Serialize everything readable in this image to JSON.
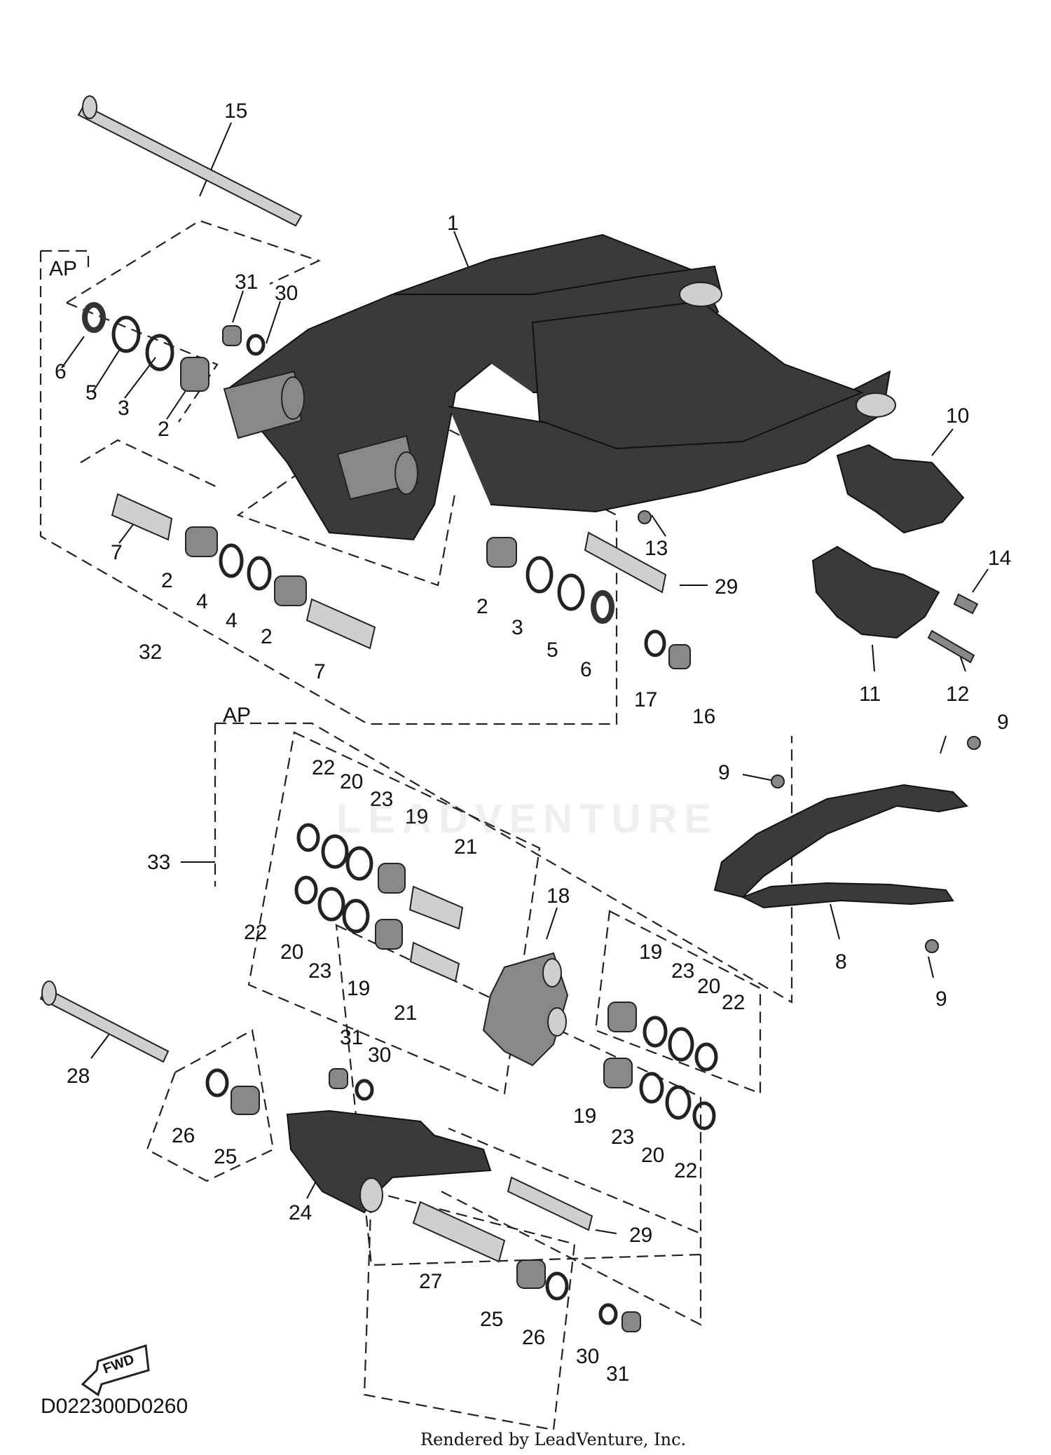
{
  "diagram_code": "D022300D0260",
  "render_credit": "Rendered by LeadVenture, Inc.",
  "watermark": "LEADVENTURE",
  "direction_arrow": "FWD",
  "groups": [
    {
      "tag": "AP",
      "assembly_number": "32"
    },
    {
      "tag": "AP",
      "assembly_number": "33"
    }
  ],
  "callouts": [
    {
      "id": "c15",
      "text": "15"
    },
    {
      "id": "c1",
      "text": "1"
    },
    {
      "id": "c31a",
      "text": "31"
    },
    {
      "id": "c30a",
      "text": "30"
    },
    {
      "id": "c6a",
      "text": "6"
    },
    {
      "id": "c5a",
      "text": "5"
    },
    {
      "id": "c3a",
      "text": "3"
    },
    {
      "id": "c2a",
      "text": "2"
    },
    {
      "id": "c10",
      "text": "10"
    },
    {
      "id": "c7a",
      "text": "7"
    },
    {
      "id": "c2b",
      "text": "2"
    },
    {
      "id": "c4a",
      "text": "4"
    },
    {
      "id": "c4b",
      "text": "4"
    },
    {
      "id": "c2c",
      "text": "2"
    },
    {
      "id": "c7b",
      "text": "7"
    },
    {
      "id": "c32",
      "text": "32"
    },
    {
      "id": "c13",
      "text": "13"
    },
    {
      "id": "c29a",
      "text": "29"
    },
    {
      "id": "c14",
      "text": "14"
    },
    {
      "id": "c2d",
      "text": "2"
    },
    {
      "id": "c3b",
      "text": "3"
    },
    {
      "id": "c5b",
      "text": "5"
    },
    {
      "id": "c6b",
      "text": "6"
    },
    {
      "id": "c17",
      "text": "17"
    },
    {
      "id": "c16",
      "text": "16"
    },
    {
      "id": "c11",
      "text": "11"
    },
    {
      "id": "c12",
      "text": "12"
    },
    {
      "id": "c9a",
      "text": "9"
    },
    {
      "id": "c9b",
      "text": "9"
    },
    {
      "id": "c8",
      "text": "8"
    },
    {
      "id": "c9c",
      "text": "9"
    },
    {
      "id": "c22a",
      "text": "22"
    },
    {
      "id": "c20a",
      "text": "20"
    },
    {
      "id": "c23a",
      "text": "23"
    },
    {
      "id": "c19a",
      "text": "19"
    },
    {
      "id": "c21a",
      "text": "21"
    },
    {
      "id": "c33",
      "text": "33"
    },
    {
      "id": "c18",
      "text": "18"
    },
    {
      "id": "c22b",
      "text": "22"
    },
    {
      "id": "c20b",
      "text": "20"
    },
    {
      "id": "c23b",
      "text": "23"
    },
    {
      "id": "c19b",
      "text": "19"
    },
    {
      "id": "c21b",
      "text": "21"
    },
    {
      "id": "c19c",
      "text": "19"
    },
    {
      "id": "c23c",
      "text": "23"
    },
    {
      "id": "c20c",
      "text": "20"
    },
    {
      "id": "c22c",
      "text": "22"
    },
    {
      "id": "c28",
      "text": "28"
    },
    {
      "id": "c31b",
      "text": "31"
    },
    {
      "id": "c30b",
      "text": "30"
    },
    {
      "id": "c26a",
      "text": "26"
    },
    {
      "id": "c25a",
      "text": "25"
    },
    {
      "id": "c19d",
      "text": "19"
    },
    {
      "id": "c23d",
      "text": "23"
    },
    {
      "id": "c20d",
      "text": "20"
    },
    {
      "id": "c22d",
      "text": "22"
    },
    {
      "id": "c24",
      "text": "24"
    },
    {
      "id": "c29b",
      "text": "29"
    },
    {
      "id": "c27",
      "text": "27"
    },
    {
      "id": "c25b",
      "text": "25"
    },
    {
      "id": "c26b",
      "text": "26"
    },
    {
      "id": "c30c",
      "text": "30"
    },
    {
      "id": "c31c",
      "text": "31"
    }
  ]
}
